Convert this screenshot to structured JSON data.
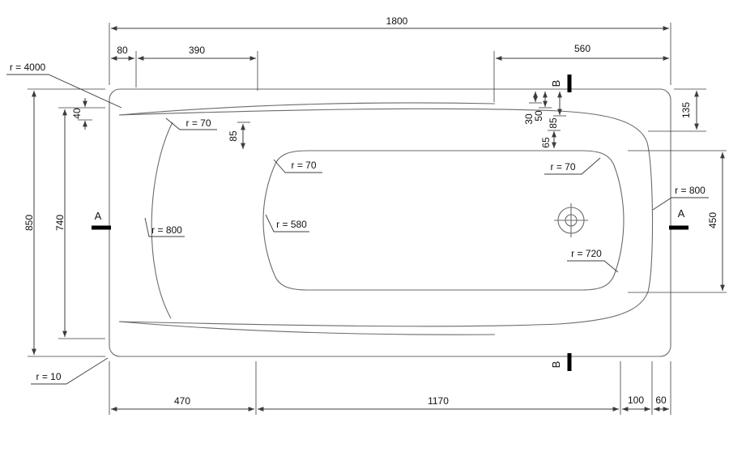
{
  "drawing": {
    "dims": {
      "len_1800": "1800",
      "off_80": "80",
      "span_390": "390",
      "span_560": "560",
      "width_850": "850",
      "width_740": "740",
      "off_40": "40",
      "rim_85_left": "85",
      "step_30": "30",
      "step_50": "50",
      "rim_85_right": "85",
      "step_65": "65",
      "edge_135": "135",
      "basin_450": "450",
      "span_470": "470",
      "span_1170": "1170",
      "span_100": "100",
      "span_60": "60"
    },
    "radii": {
      "r4000": "r = 4000",
      "r70_top_left": "r = 70",
      "r70_basin_left": "r = 70",
      "r70_basin_right": "r = 70",
      "r800_left": "r = 800",
      "r800_right": "r = 800",
      "r580": "r = 580",
      "r720": "r = 720",
      "r10": "r = 10"
    },
    "sections": {
      "a_left": "A",
      "a_right": "A",
      "b_top": "B",
      "b_bottom": "B"
    },
    "colors": {
      "geometry_line": "#6b6b6b",
      "dimension_line": "#3c3c3c",
      "text": "#111111",
      "section_marker": "#000000",
      "background": "#ffffff"
    }
  }
}
